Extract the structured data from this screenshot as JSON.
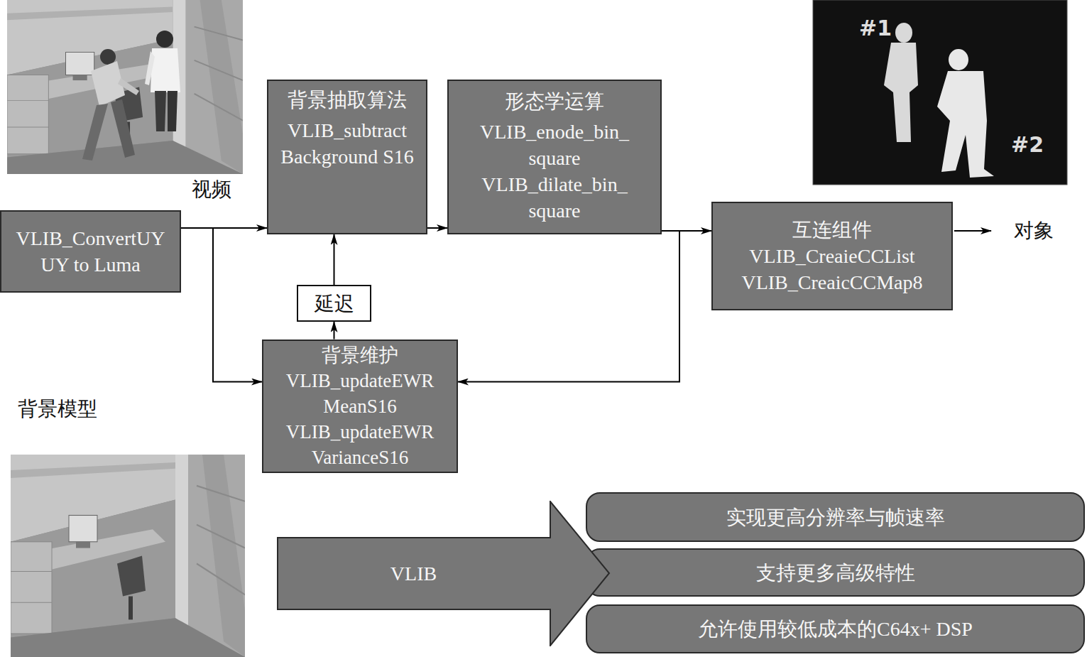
{
  "diagram": {
    "nodes": [
      {
        "text": [
          "VLIB_ConvertUY UY to Luma"
        ]
      },
      {
        "text": [
          "背景抽取算法",
          "VLIB_subtract Background S16"
        ]
      },
      {
        "text": [
          "形态学运算",
          "VLIB_enode_bin_ square",
          "VLIB_dilate_bin_ square"
        ]
      },
      {
        "text": [
          "互连组件",
          "VLIB_CreaieCCList",
          "VLIB_CreaicCCMap8"
        ]
      },
      {
        "text": [
          "延迟"
        ]
      },
      {
        "text": [
          "背景维护",
          "VLIB_updateEWR MeanS16",
          "VLIB_updateEWR VarianceS16"
        ]
      },
      {
        "text": [
          "VLIB"
        ]
      },
      {
        "text": [
          "实现更高分辨率与帧速率"
        ]
      },
      {
        "text": [
          "支持更多高级特性"
        ]
      },
      {
        "text": [
          "允许使用较低成本的C64x+ DSP"
        ]
      }
    ],
    "edges": [
      {
        "from": 0,
        "to": 1,
        "arrow": "to"
      },
      {
        "from": 0,
        "to": 5,
        "arrow": "to"
      },
      {
        "from": 1,
        "to": 2,
        "arrow": "to"
      },
      {
        "from": 2,
        "to": 3,
        "arrow": "to"
      },
      {
        "from": 2,
        "to": 5,
        "arrow": "to"
      },
      {
        "from": 5,
        "to": 4,
        "arrow": "to"
      },
      {
        "from": 4,
        "to": 1,
        "arrow": "to"
      }
    ],
    "labels": [
      "视频",
      "#1",
      "#2",
      "对象",
      "背景模型"
    ]
  }
}
